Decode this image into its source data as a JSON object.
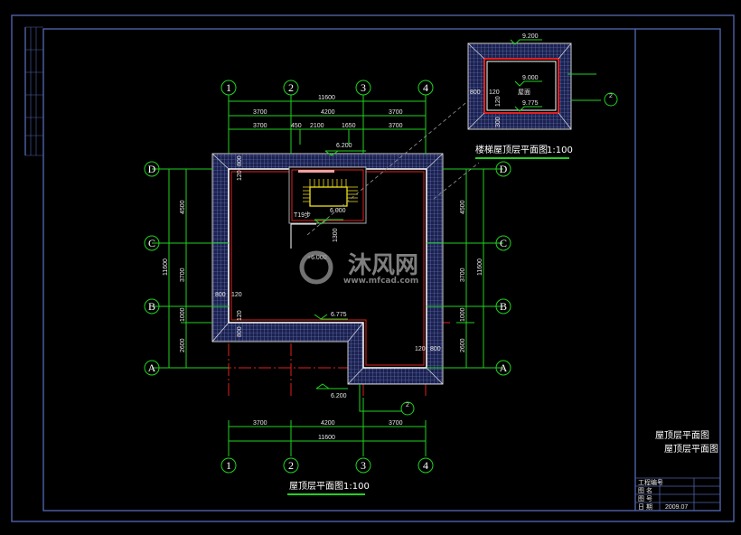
{
  "axes": {
    "columns": [
      "1",
      "2",
      "3",
      "4"
    ],
    "rows": [
      "D",
      "C",
      "B",
      "A"
    ]
  },
  "dimensions": {
    "top_total": "11600",
    "top_bays": [
      "3700",
      "4200",
      "3700"
    ],
    "top_detail": [
      "3700",
      "450",
      "2100",
      "1650",
      "3700"
    ],
    "bottom_bays": [
      "3700",
      "4200",
      "3700"
    ],
    "bottom_total": "11600",
    "left_total": "11600",
    "left_segments": [
      "4500",
      "3700",
      "1000",
      "2600"
    ],
    "right_total": "11600",
    "right_segments": [
      "4500",
      "3700",
      "1000",
      "2600"
    ],
    "wall_labels": [
      "800",
      "120",
      "120",
      "800",
      "800",
      "120",
      "120",
      "800",
      "1300"
    ]
  },
  "elevations": {
    "top": "6.200",
    "stair": "6.000",
    "roof": "+6.000",
    "step": "6.775",
    "bottom": "6.200",
    "stair_label": "T19步"
  },
  "inset": {
    "elev_top": "9.200",
    "elev_mid": "9.000",
    "elev_low": "9.775",
    "dim_a": "800",
    "dim_b": "120",
    "dim_c": "120",
    "dim_d": "300",
    "center_label": "屋面",
    "detail_number": "2",
    "title": "楼梯屋顶层平面图",
    "scale": "1:100"
  },
  "main_title": {
    "title": "屋顶层平面图",
    "scale": "1:100"
  },
  "detail_callout": {
    "number": "2"
  },
  "watermark": {
    "brand": "沐风网",
    "url": "www.mfcad.com"
  },
  "title_block": {
    "subtitle_small": "屋顶层平面图",
    "drawing_name": "屋顶层平面图",
    "rows": [
      [
        "工程编号",
        "",
        ""
      ],
      [
        "图 名",
        "",
        ""
      ],
      [
        "图 号",
        "",
        ""
      ],
      [
        "日 期",
        "2009.07",
        ""
      ]
    ]
  },
  "colors": {
    "background": "#000000",
    "frame": "#4f62a8",
    "dimension": "#1fd21f",
    "axis_line": "#e02020",
    "wall": "#ffffff",
    "stair": "#f0e020",
    "hatch": "#2a3470"
  }
}
